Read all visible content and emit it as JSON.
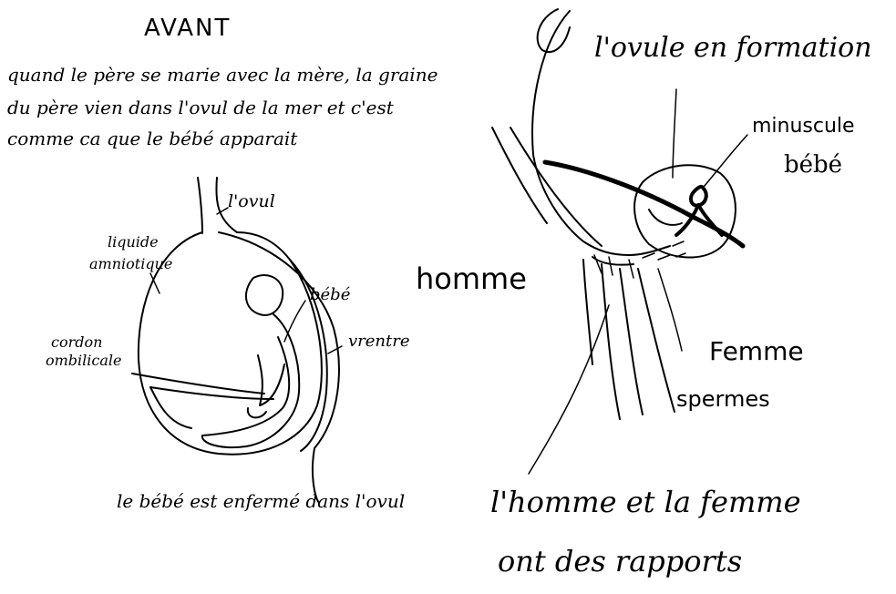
{
  "left_panel": {
    "title": "AVANT",
    "intro_lines": [
      "quand le père se marie avec la mère, la graine",
      "du père vien dans l'ovul de la mer et c'est",
      "comme ca que le bébé apparait"
    ],
    "labels": {
      "ovule": "l'ovul",
      "liquide": "liquide",
      "amniotique": "amniotique",
      "bebe": "bébé",
      "cordon": "cordon",
      "ombilical": "ombilicale",
      "ventre": "vrentre"
    },
    "caption": "le bébé est enfermé dans l'ovul"
  },
  "right_panel": {
    "ovule_label": "l'ovule en formation",
    "minuscule": "minuscule",
    "bebe": "bébé",
    "homme": "homme",
    "femme": "Femme",
    "spermes": "spermes",
    "caption_line1": "l'homme et la femme",
    "caption_line2": "ont des rapports"
  },
  "colors": {
    "ink": "#000000",
    "paper": "#ffffff"
  }
}
